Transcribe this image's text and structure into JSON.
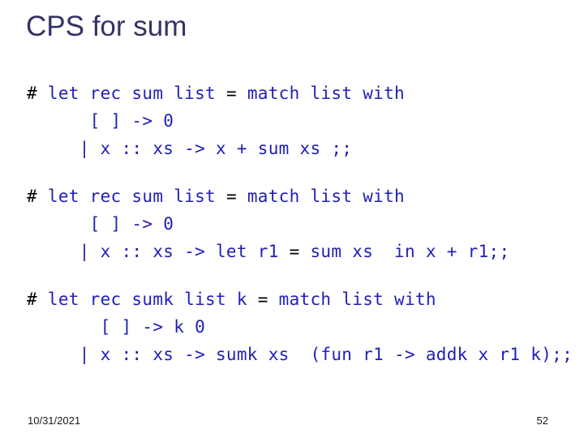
{
  "slide": {
    "title": "CPS for sum",
    "colors": {
      "background": "#ffffff",
      "title": "#333366",
      "code": "#2020b8",
      "prompt": "#000000"
    },
    "code_blocks": [
      {
        "lines": [
          [
            {
              "t": "# ",
              "c": "prompt"
            },
            {
              "t": "let rec sum list ",
              "c": "code"
            },
            {
              "t": "=",
              "c": "prompt"
            },
            {
              "t": " match list with",
              "c": "code"
            }
          ],
          [
            {
              "t": "      [ ] -> 0",
              "c": "code"
            }
          ],
          [
            {
              "t": "     | x :: xs -> x + sum xs ;;",
              "c": "code"
            }
          ]
        ]
      },
      {
        "lines": [
          [
            {
              "t": "# ",
              "c": "prompt"
            },
            {
              "t": "let rec sum list ",
              "c": "code"
            },
            {
              "t": "=",
              "c": "prompt"
            },
            {
              "t": " match list with",
              "c": "code"
            }
          ],
          [
            {
              "t": "      [ ] -> 0",
              "c": "code"
            }
          ],
          [
            {
              "t": "     | x :: xs -> let r1 ",
              "c": "code"
            },
            {
              "t": "=",
              "c": "prompt"
            },
            {
              "t": " sum xs  in x + r1;;",
              "c": "code"
            }
          ]
        ]
      },
      {
        "lines": [
          [
            {
              "t": "# ",
              "c": "prompt"
            },
            {
              "t": "let rec sumk list k ",
              "c": "code"
            },
            {
              "t": "=",
              "c": "prompt"
            },
            {
              "t": " match list with",
              "c": "code"
            }
          ],
          [
            {
              "t": "       [ ] -> k 0",
              "c": "code"
            }
          ],
          [
            {
              "t": "     | x :: xs -> sumk xs  (fun r1 -> addk x r1 k);;",
              "c": "code"
            }
          ]
        ]
      }
    ],
    "footer": {
      "date": "10/31/2021",
      "page": "52"
    }
  }
}
